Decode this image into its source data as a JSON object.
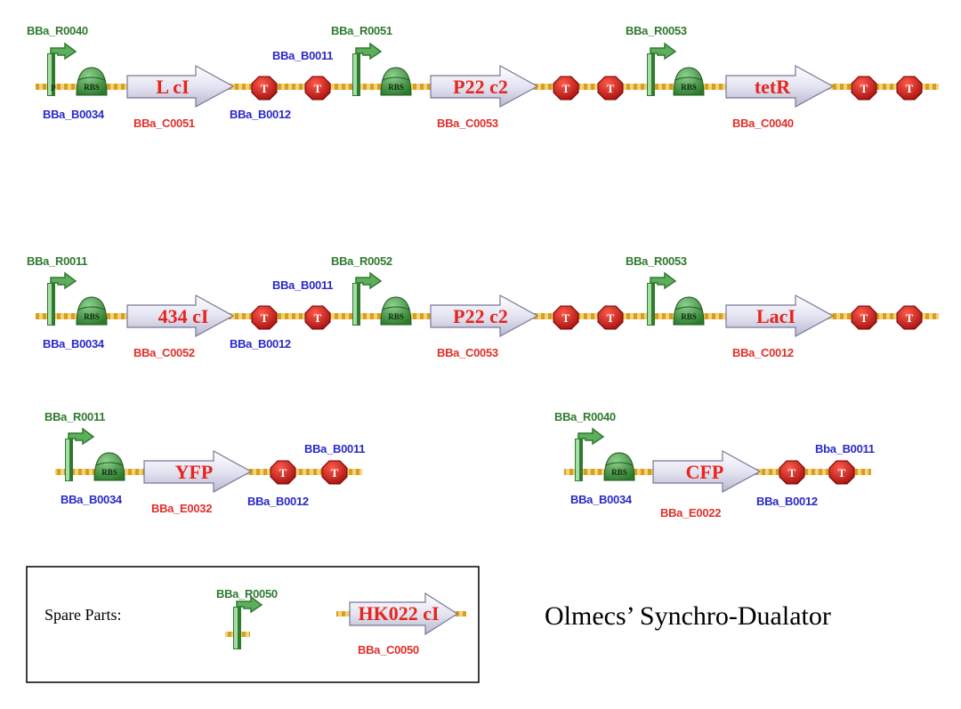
{
  "title": "Olmecs’ Synchro-Dualator",
  "constructs": [
    {
      "promoter_1": "BBa_R0040",
      "rbs_1": "BBa_B0034",
      "cds_1": {
        "name": "L cI",
        "part": "BBa_C0051"
      },
      "term_1_bottom": "BBa_B0012",
      "term_1_top": "BBa_B0011",
      "promoter_2": "BBa_R0051",
      "cds_2": {
        "name": "P22 c2",
        "part": "BBa_C0053"
      },
      "promoter_3": "BBa_R0053",
      "cds_3": {
        "name": "tetR",
        "part": "BBa_C0040"
      }
    },
    {
      "promoter_1": "BBa_R0011",
      "rbs_1": "BBa_B0034",
      "cds_1": {
        "name": "434 cI",
        "part": "BBa_C0052"
      },
      "term_1_bottom": "BBa_B0012",
      "term_1_top": "BBa_B0011",
      "promoter_2": "BBa_R0052",
      "cds_2": {
        "name": "P22 c2",
        "part": "BBa_C0053"
      },
      "promoter_3": "BBa_R0053",
      "cds_3": {
        "name": "LacI",
        "part": "BBa_C0012"
      }
    }
  ],
  "reporters": [
    {
      "promoter": "BBa_R0011",
      "rbs": "BBa_B0034",
      "cds": {
        "name": "YFP",
        "part": "BBa_E0032"
      },
      "term_top": "BBa_B0011",
      "term_bottom": "BBa_B0012"
    },
    {
      "promoter": "BBa_R0040",
      "rbs": "BBa_B0034",
      "cds": {
        "name": "CFP",
        "part": "BBa_E0022"
      },
      "term_top": "Bba_B0011",
      "term_bottom": "BBa_B0012"
    }
  ],
  "spare_parts": {
    "label": "Spare Parts:",
    "promoter": "BBa_R0050",
    "cds": {
      "name": "HK022 cI",
      "part": "BBa_C0050"
    }
  },
  "glyph_text": {
    "rbs": "RBS",
    "terminator": "T"
  },
  "colors": {
    "backbone": "#e6b02e",
    "promoter": "#2f7a2f",
    "rbs": "#3f8f3f",
    "terminator": "#c41414",
    "cds_fill": "#eaeaf6",
    "cds_text": "#e8241c",
    "label_green": "#2f7a2f",
    "label_blue": "#2a2ac8",
    "label_red": "#e0302a"
  }
}
